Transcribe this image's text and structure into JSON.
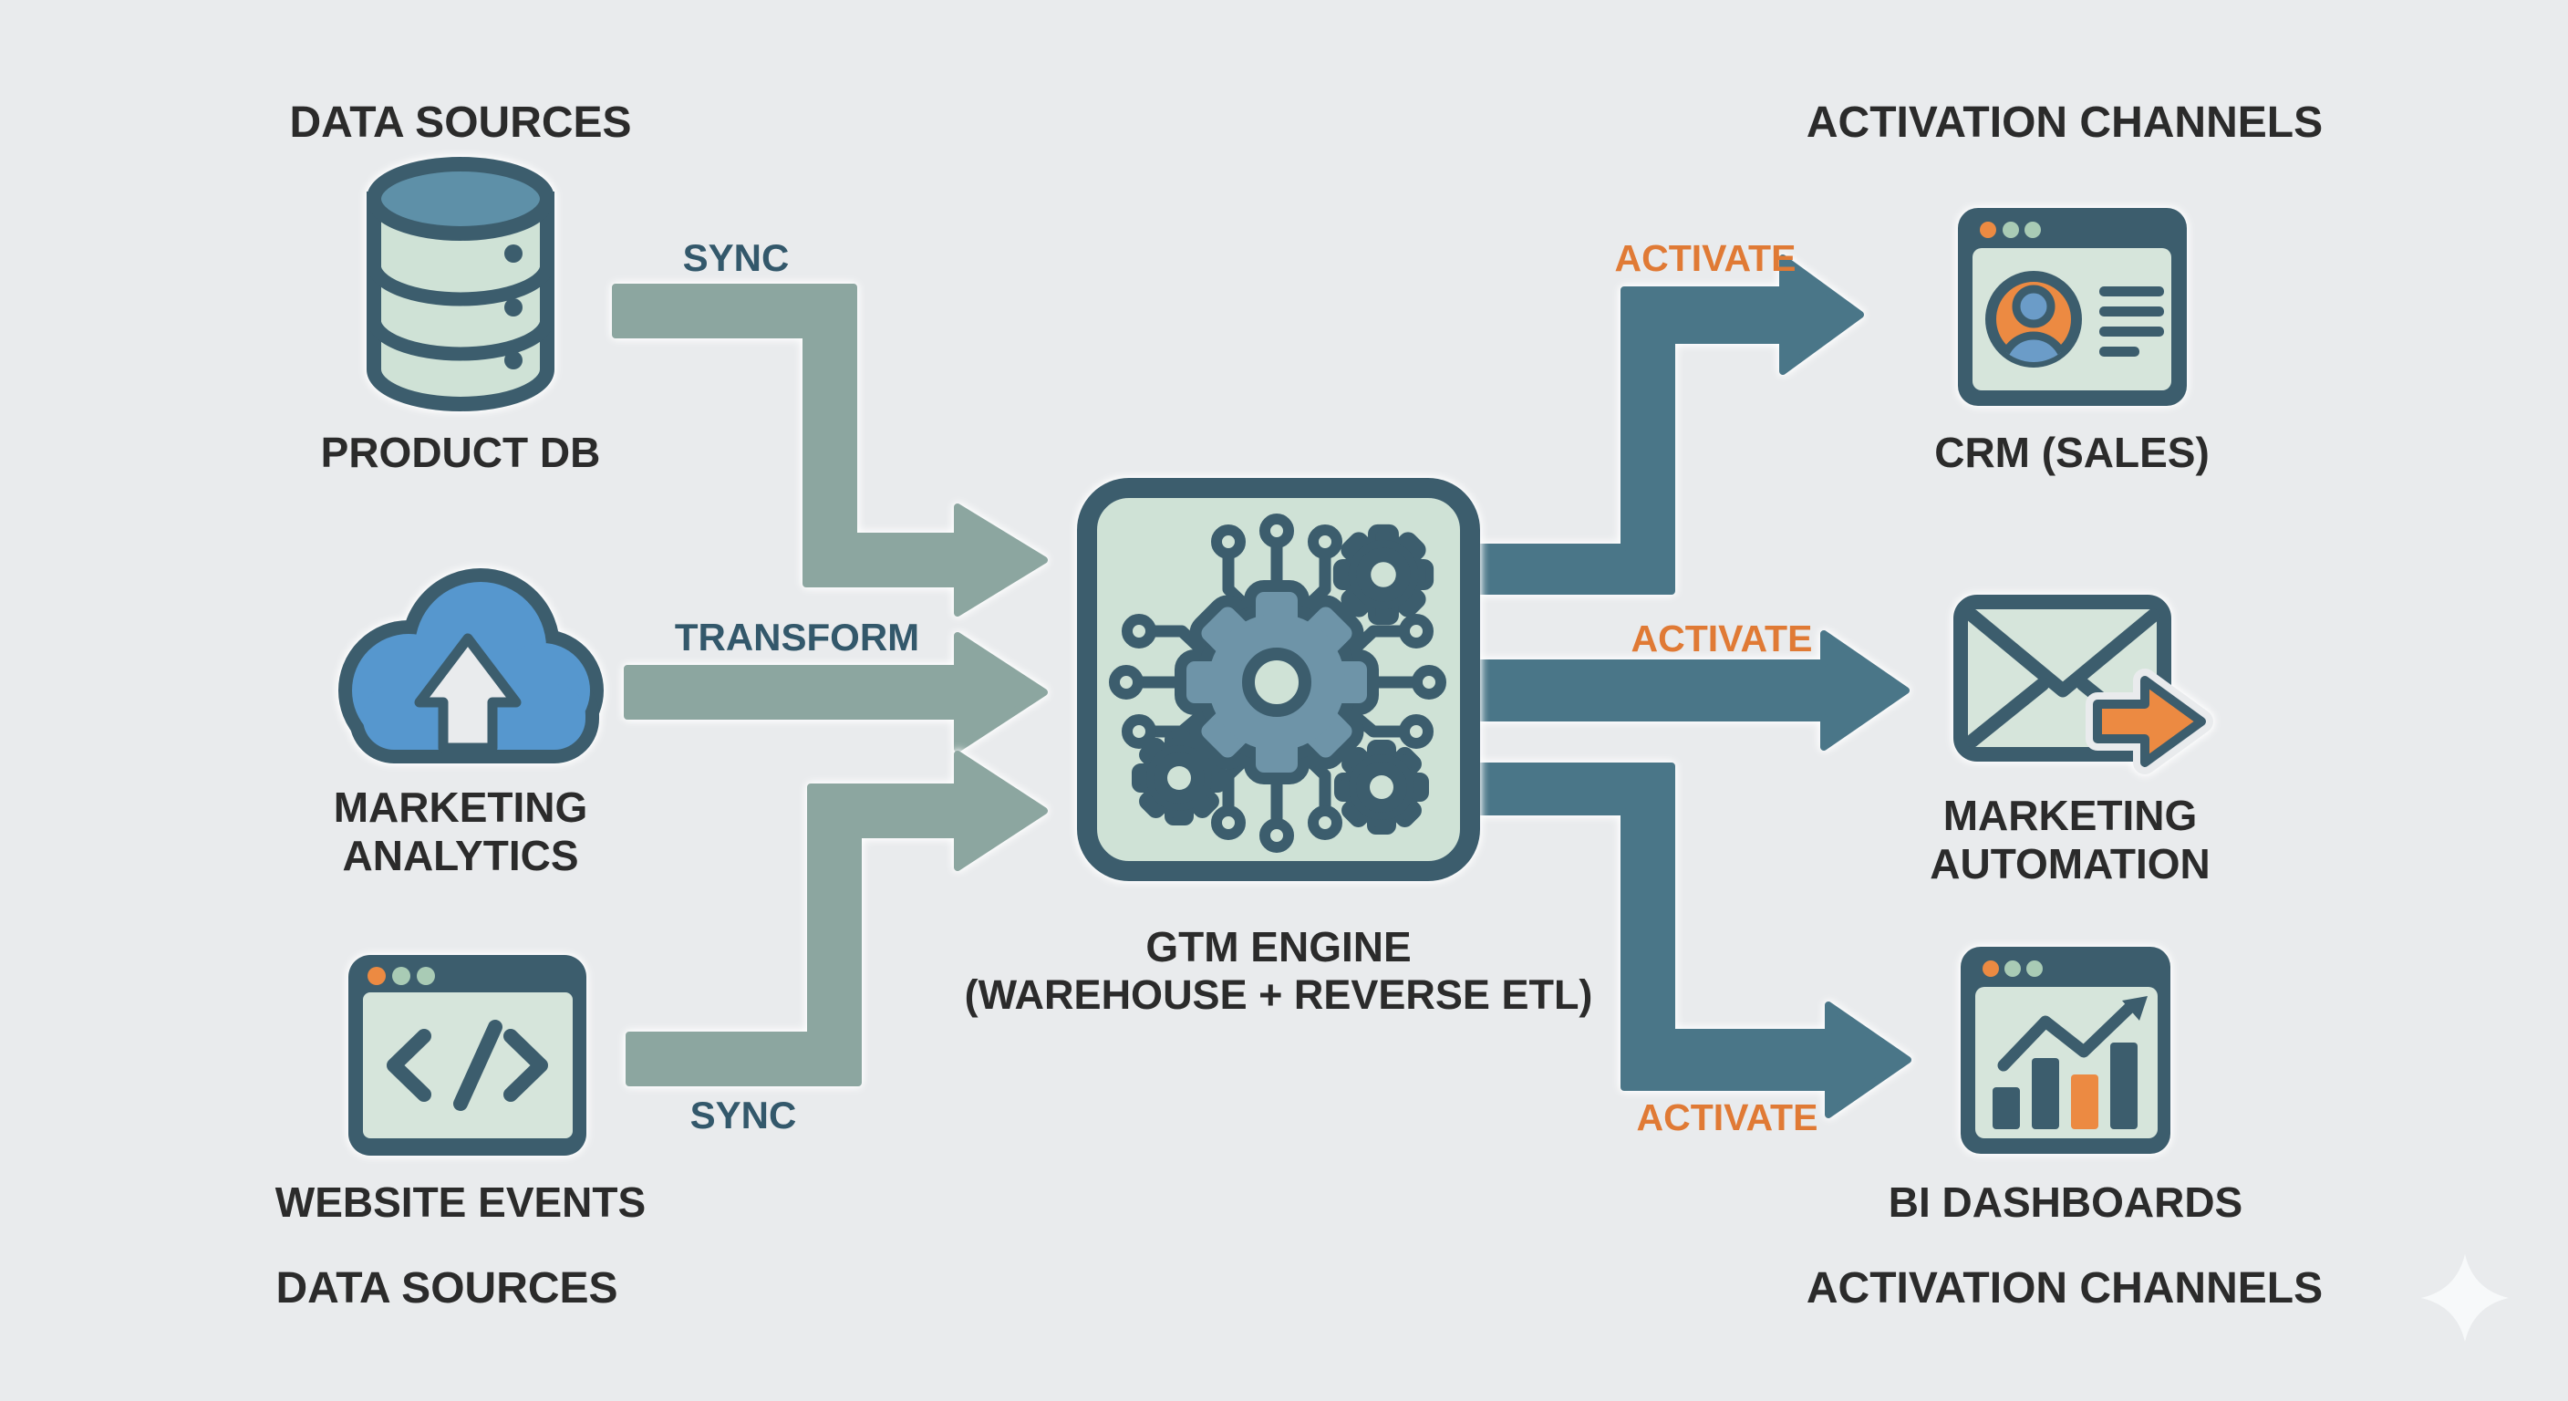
{
  "labels": {
    "header_left": "DATA SOURCES",
    "header_right": "ACTIVATION CHANNELS",
    "footer_left": "DATA SOURCES",
    "footer_right": "ACTIVATION CHANNELS",
    "product_db": "PRODUCT DB",
    "marketing_line1": "MARKETING",
    "marketing_line2": "ANALYTICS",
    "website_events": "WEBSITE EVENTS",
    "engine_title": "GTM ENGINE",
    "engine_subtitle": "(WAREHOUSE + REVERSE ETL)",
    "crm": "CRM (SALES)",
    "automation_line1": "MARKETING",
    "automation_line2": "AUTOMATION",
    "bi": "BI DASHBOARDS",
    "sync_top": "SYNC",
    "transform": "TRANSFORM",
    "sync_bottom": "SYNC",
    "activate_top": "ACTIVATE",
    "activate_middle": "ACTIVATE",
    "activate_bottom": "ACTIVATE"
  },
  "icons": {
    "database-icon": "stacked-cylinder database",
    "cloud-upload-icon": "cloud with upward arrow",
    "code-window-icon": "browser window with </> code glyph",
    "gtm-engine-icon": "chip box with gears and circuit traces",
    "crm-window-icon": "browser window with contact avatar and text lines",
    "email-send-icon": "envelope with orange forward arrow",
    "bi-dashboard-icon": "browser window with bar chart and rising trend arrow",
    "sparkle-icon": "four-point star watermark"
  },
  "colors": {
    "bg": "#E9EBED",
    "outline": "#3C5D6D",
    "panel": "#CFE2D6",
    "panel_light": "#D6E5DB",
    "arrow_sage": "#8CA6A0",
    "arrow_slate": "#4A7688",
    "db_blue": "#5E90A8",
    "gear_blue": "#6E94A8",
    "cloud_blue": "#5697CE",
    "orange": "#EC8A42",
    "orange_text": "#E07A35",
    "label_teal": "#33586B",
    "text_dark": "#2B2B2B",
    "dot_green": "#A9CBB5",
    "avatar_blue": "#6B9CC8",
    "sparkle": "#F7F9FA"
  }
}
